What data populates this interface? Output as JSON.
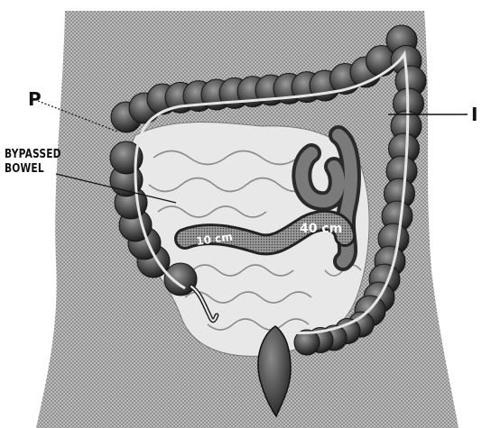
{
  "labels": {
    "proximal": "P",
    "ileum": "I",
    "bypassed_line1": "BYPASSED",
    "bypassed_line2": "BOWEL",
    "seg_10": "10 cm",
    "seg_40": "40 cm"
  }
}
